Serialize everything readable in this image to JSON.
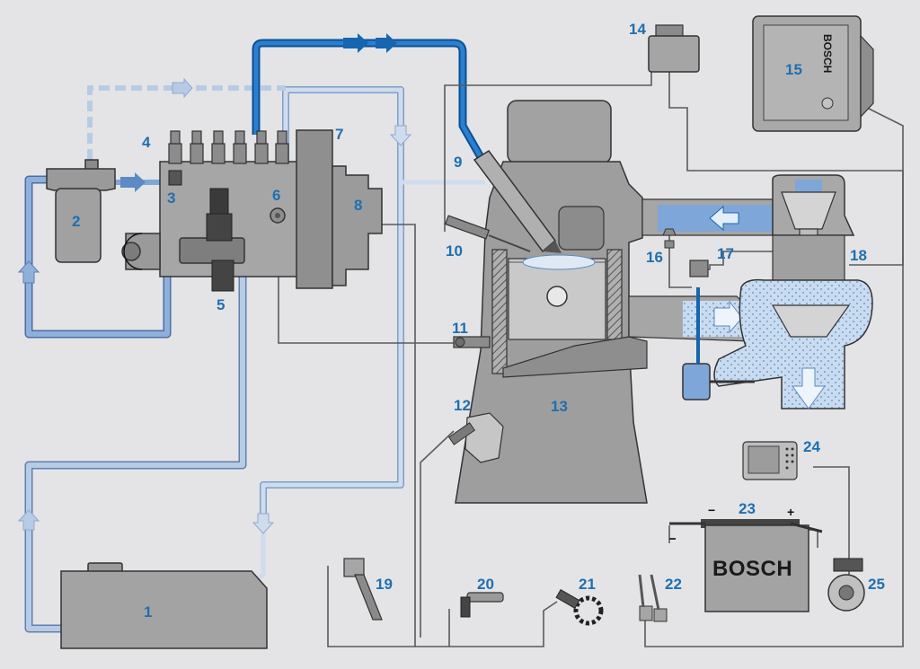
{
  "labels": {
    "l1": "1",
    "l2": "2",
    "l3": "3",
    "l4": "4",
    "l5": "5",
    "l6": "6",
    "l7": "7",
    "l8": "8",
    "l9": "9",
    "l10": "10",
    "l11": "11",
    "l12": "12",
    "l13": "13",
    "l14": "14",
    "l15": "15",
    "l16": "16",
    "l17": "17",
    "l18": "18",
    "l19": "19",
    "l20": "20",
    "l21": "21",
    "l22": "22",
    "l23": "23",
    "l24": "24",
    "l25": "25"
  },
  "battery": {
    "brand": "BOSCH",
    "minus": "−",
    "plus": "+"
  },
  "ecu": {
    "brand": "BOSCH"
  },
  "colors": {
    "background": "#e4e4e6",
    "label": "#1f6fb0",
    "high_pressure_line": "#1565b0",
    "supply_line": "#7d9cc8",
    "return_line": "#b8cbe4",
    "component_gray": "#8c8c8c",
    "air_flow": "#7fa6d8"
  }
}
